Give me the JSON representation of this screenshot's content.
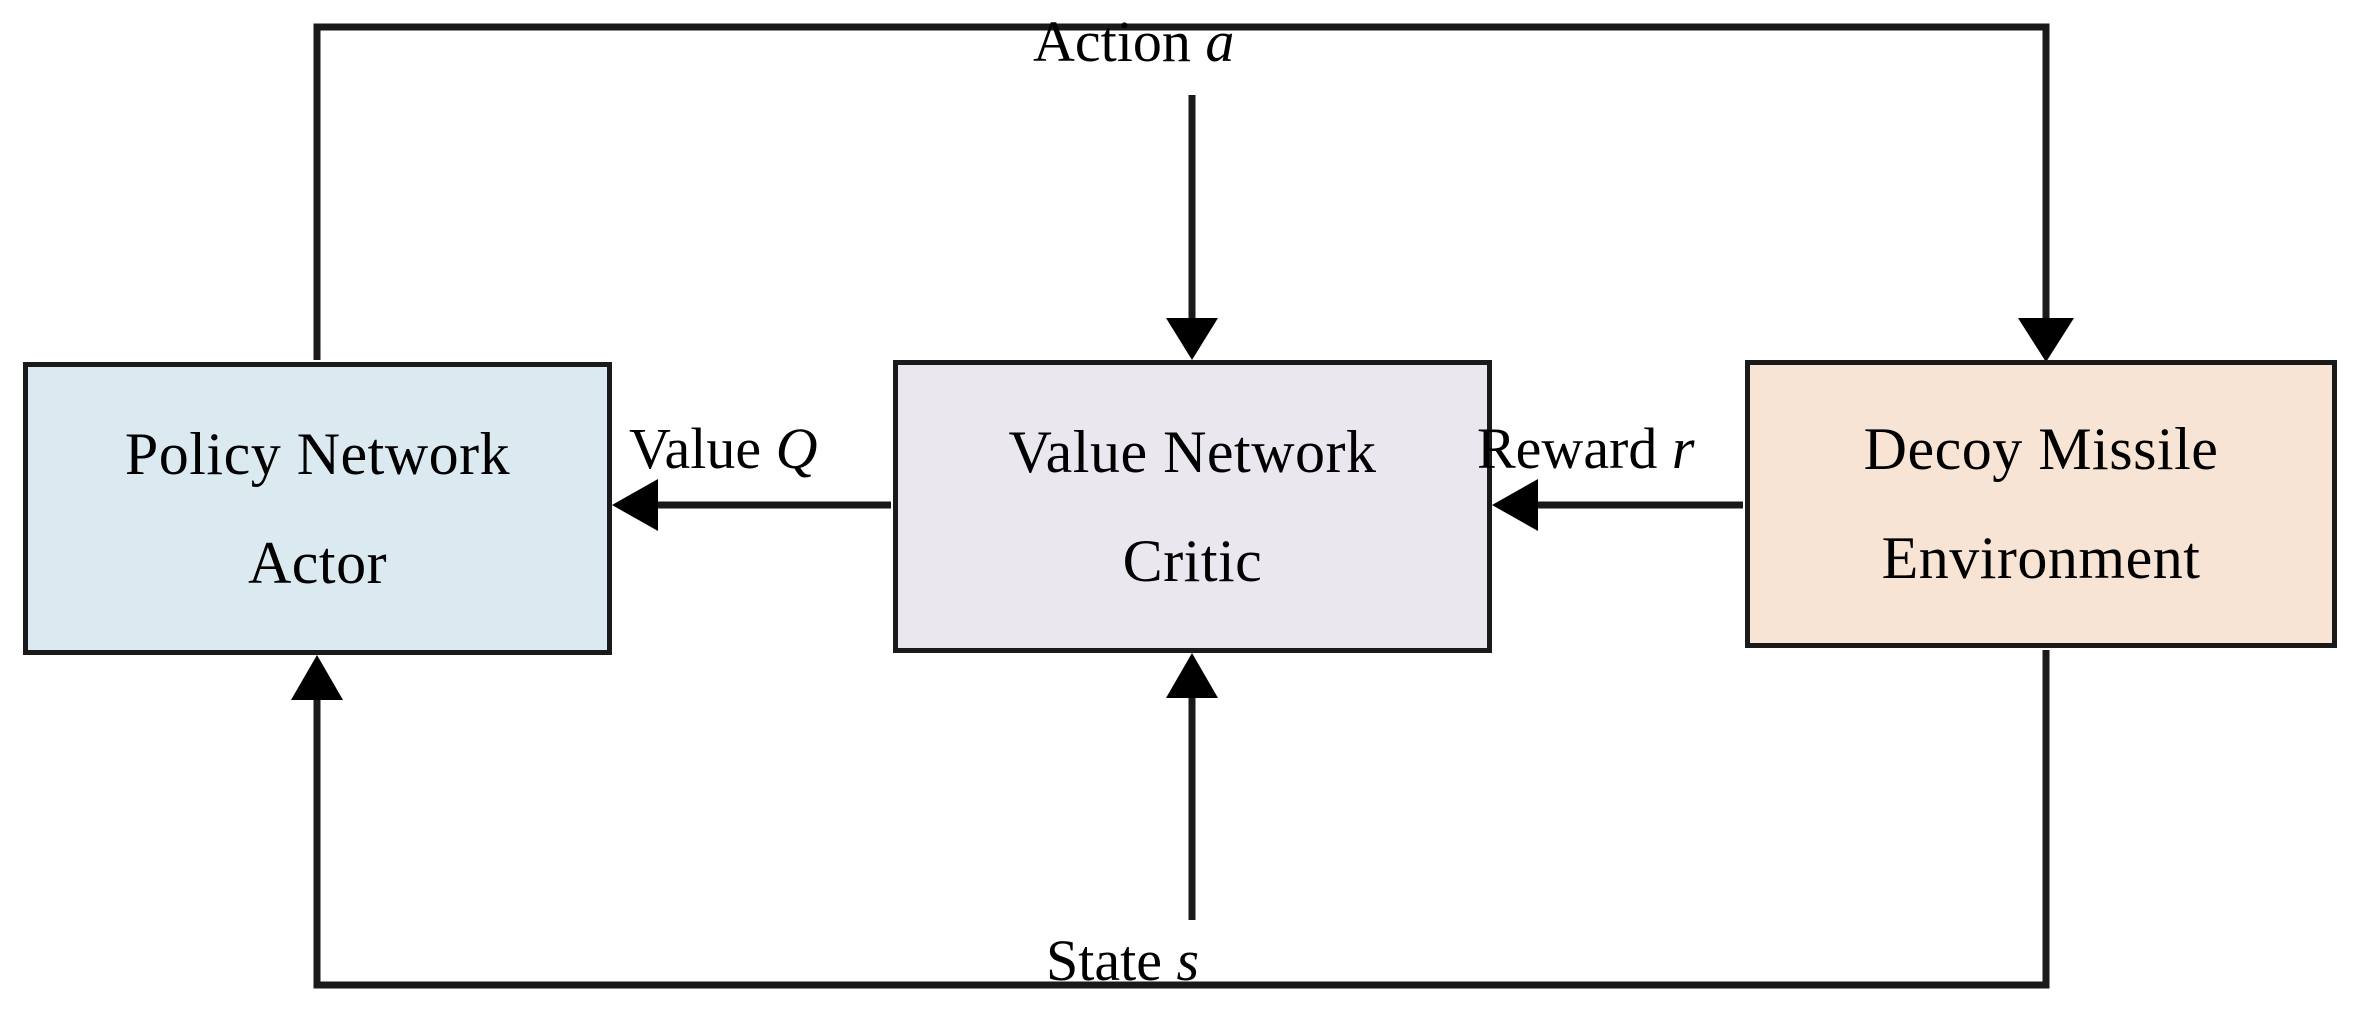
{
  "diagram": {
    "type": "actor-critic-reinforcement-learning-block-diagram",
    "nodes": [
      {
        "id": "policy",
        "line1": "Policy Network",
        "line2": "Actor",
        "fill": "#dbeaf0",
        "border": "#1a1a1a"
      },
      {
        "id": "value",
        "line1": "Value Network",
        "line2": "Critic",
        "fill": "#eae7ef",
        "border": "#1a1a1a"
      },
      {
        "id": "environment",
        "line1": "Decoy Missile",
        "line2": "Environment",
        "fill": "#f8e4d4",
        "border": "#1a1a1a"
      }
    ],
    "edges": [
      {
        "id": "action",
        "text": "Action ",
        "symbol": "a",
        "from": "policy",
        "to": "value-and-environment",
        "direction": "down"
      },
      {
        "id": "state",
        "text": "State ",
        "symbol": "s",
        "from": "environment",
        "to": "policy-and-value",
        "direction": "up"
      },
      {
        "id": "value-q",
        "text": "Value ",
        "symbol": "Q",
        "from": "value",
        "to": "policy",
        "direction": "left"
      },
      {
        "id": "reward-r",
        "text": "Reward ",
        "symbol": "r",
        "from": "environment",
        "to": "value",
        "direction": "left"
      }
    ]
  }
}
